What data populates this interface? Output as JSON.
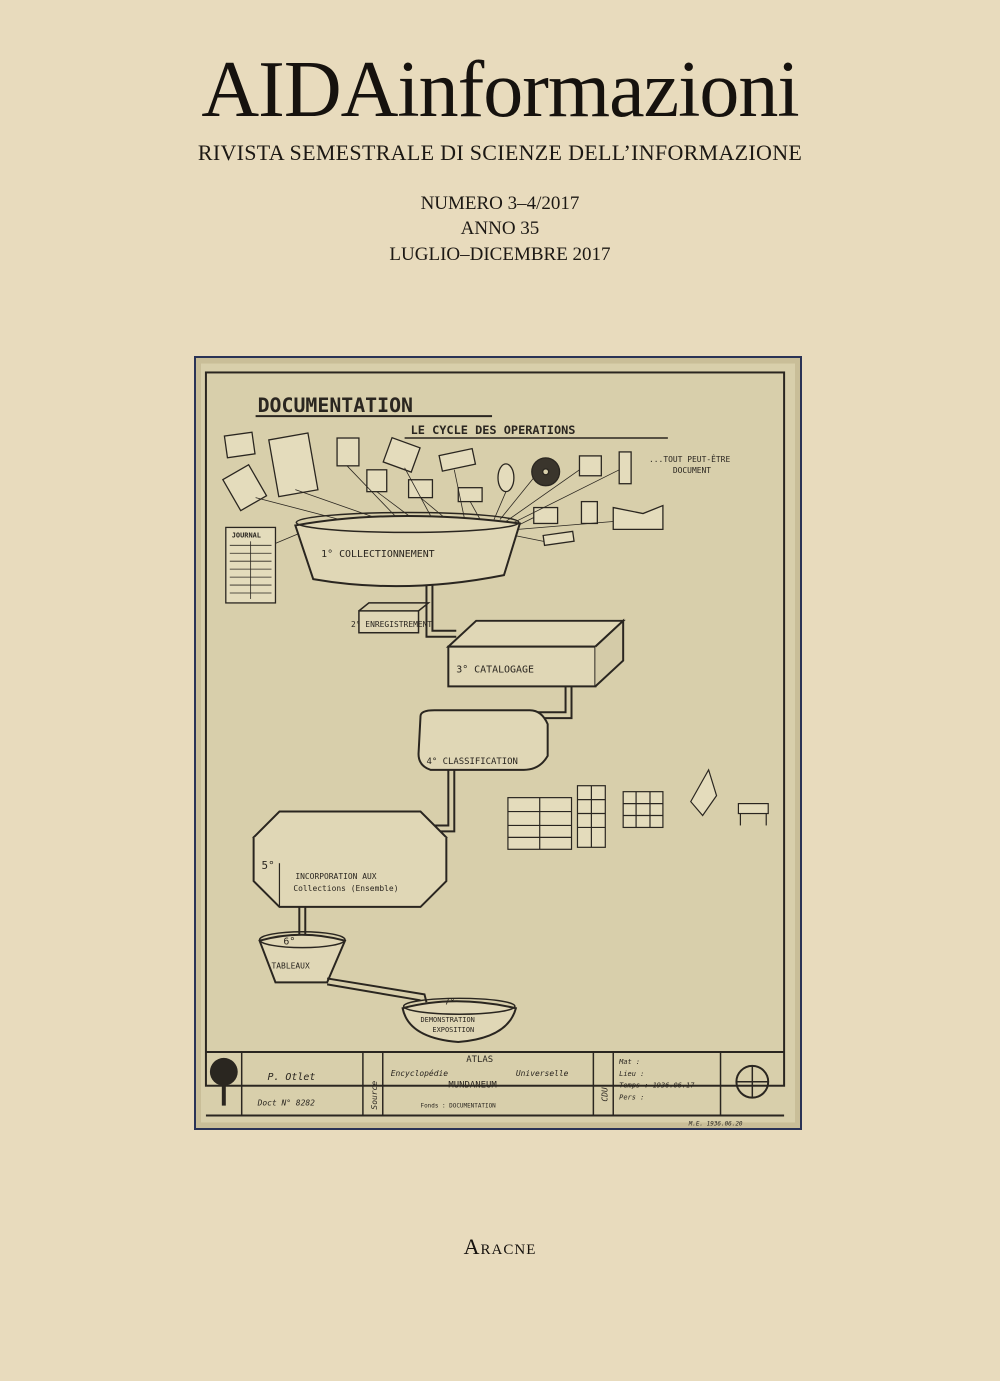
{
  "cover": {
    "title": "AIDAinformazioni",
    "subtitle": "RIVISTA SEMESTRALE DI SCIENZE DELL’INFORMAZIONE",
    "issue_number": "NUMERO 3–4/2017",
    "issue_year": "ANNO 35",
    "issue_period": "LUGLIO–DICEMBRE 2017",
    "publisher": "Aracne"
  },
  "drawing": {
    "heading": "DOCUMENTATION",
    "cycle_title": "LE CYCLE DES OPERATIONS",
    "tout_line1": "...TOUT PEUT-ÊTRE",
    "tout_line2": "DOCUMENT",
    "journal_label": "JOURNAL",
    "steps": [
      {
        "label": "1° COLLECTIONNEMENT"
      },
      {
        "label": "2° ENREGISTREMENT"
      },
      {
        "label": "3° CATALOGAGE"
      },
      {
        "label": "4° CLASSIFICATION"
      },
      {
        "label": "5°"
      },
      {
        "label": "INCORPORATION AUX"
      },
      {
        "label": "Collections (Ensemble)"
      },
      {
        "label": "6°"
      },
      {
        "label": "TABLEAUX"
      },
      {
        "label": "7°"
      },
      {
        "label": "DEMONSTRATION"
      },
      {
        "label": "EXPOSITION"
      }
    ],
    "footer": {
      "author": "P. Otlet",
      "doc_number": "Doct N° 8282",
      "source_label": "Source",
      "atlas": "ATLAS",
      "encyclopedie": "Encyclopédie",
      "universelle": "Universelle",
      "mundaneum": "MUNDANEUM",
      "fonds": "Fonds : DOCUMENTATION",
      "cdu_label": "CDU",
      "meta_line1": "Mat :",
      "meta_line2": "Lieu :",
      "meta_line3": "Temps : 1936.06.17",
      "meta_line4": "Pers :",
      "signature_date": "M.E. 1936.06.20"
    }
  }
}
